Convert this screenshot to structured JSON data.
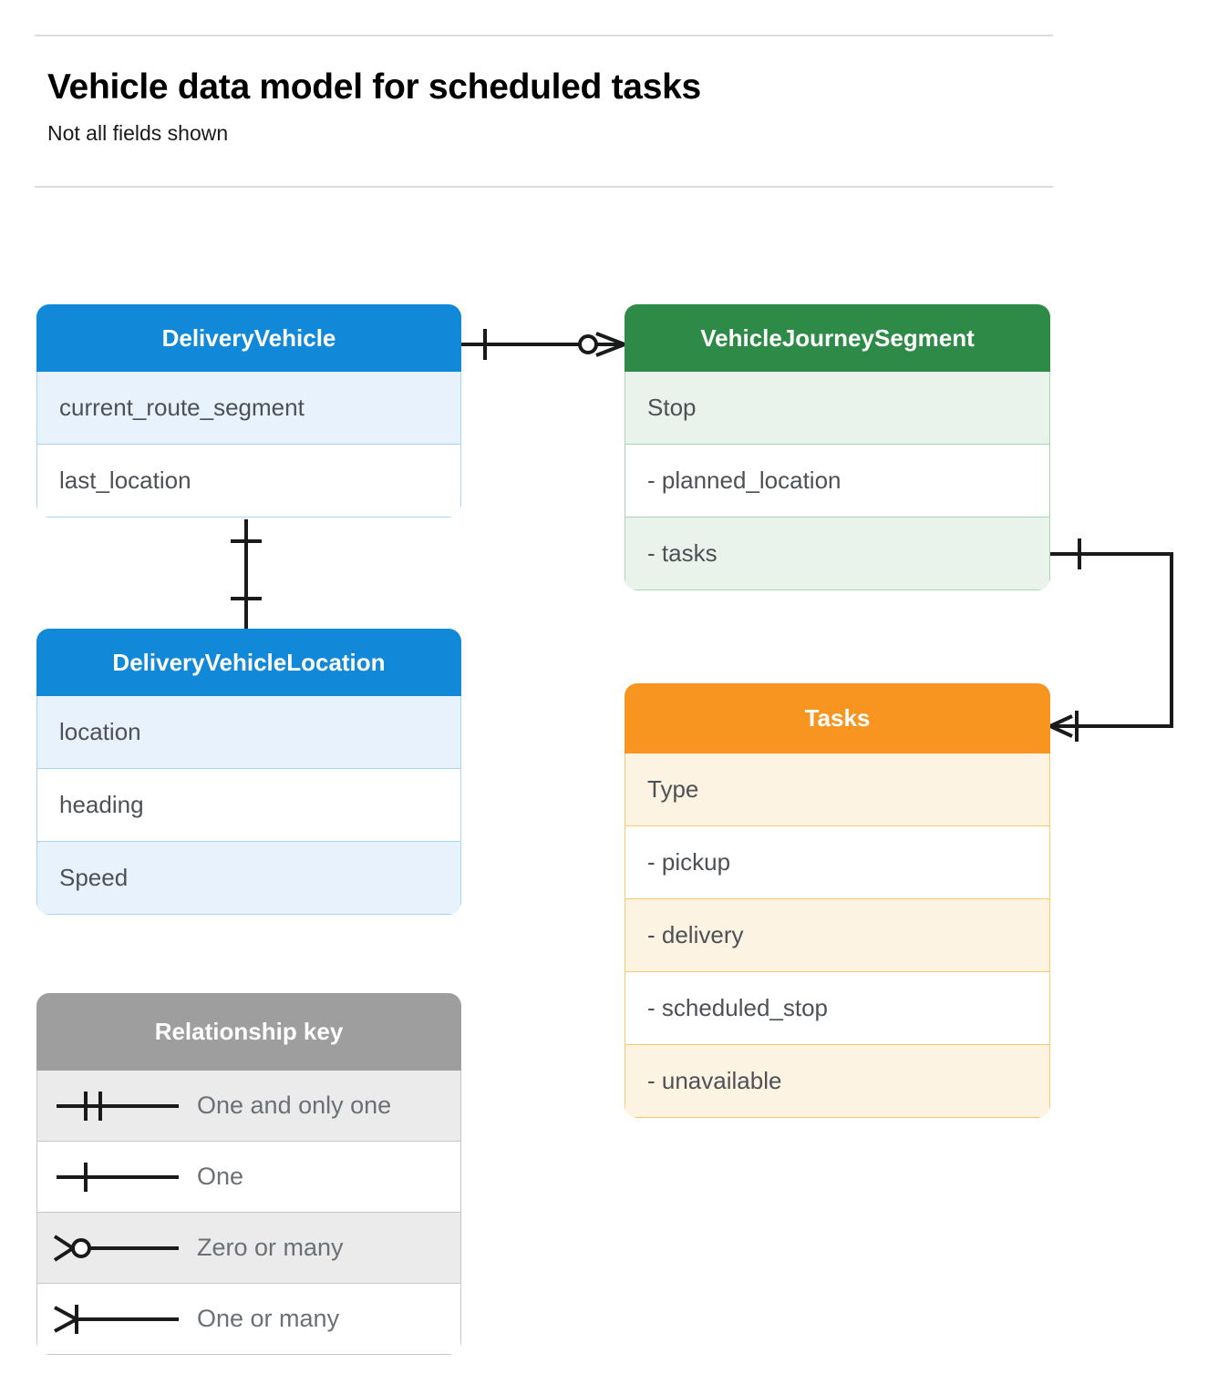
{
  "header": {
    "title": "Vehicle data model for scheduled tasks",
    "subtitle": "Not all fields shown"
  },
  "colors": {
    "blue_header": "#1289d8",
    "blue_row_tint": "#e8f2fd",
    "blue_border": "#a9d3f5",
    "green_header": "#2e8b47",
    "green_row_tint": "#e9f3ec",
    "green_border": "#a8d5b5",
    "orange_header": "#f89521",
    "orange_row_tint": "#fdf3e3",
    "orange_border": "#fbc96a",
    "gray_header": "#9e9e9e",
    "gray_row_tint": "#ebebeb",
    "gray_border": "#c6c6c6",
    "text": "#4d5156",
    "connector": "#1a1a1a",
    "rule": "#dadce0"
  },
  "entities": {
    "delivery_vehicle": {
      "name": "DeliveryVehicle",
      "fields": [
        "current_route_segment",
        "last_location"
      ]
    },
    "delivery_vehicle_location": {
      "name": "DeliveryVehicleLocation",
      "fields": [
        "location",
        "heading",
        "Speed"
      ]
    },
    "vehicle_journey_segment": {
      "name": "VehicleJourneySegment",
      "fields": [
        "Stop",
        "-  planned_location",
        "- tasks"
      ]
    },
    "tasks": {
      "name": "Tasks",
      "fields": [
        "Type",
        "-  pickup",
        "-  delivery",
        "-  scheduled_stop",
        "-  unavailable"
      ]
    }
  },
  "legend": {
    "title": "Relationship key",
    "items": [
      {
        "symbol": "one-and-only-one",
        "label": "One and only one"
      },
      {
        "symbol": "one",
        "label": "One"
      },
      {
        "symbol": "zero-or-many",
        "label": "Zero or many"
      },
      {
        "symbol": "one-or-many",
        "label": "One or many"
      }
    ]
  },
  "relationships": [
    {
      "from": "DeliveryVehicle",
      "to": "VehicleJourneySegment",
      "from_cardinality": "One",
      "to_cardinality": "Zero or many"
    },
    {
      "from": "DeliveryVehicle",
      "to": "DeliveryVehicleLocation",
      "from_cardinality": "One",
      "to_cardinality": "One"
    },
    {
      "from": "VehicleJourneySegment.tasks",
      "to": "Tasks",
      "from_cardinality": "One",
      "to_cardinality": "One or many"
    }
  ]
}
